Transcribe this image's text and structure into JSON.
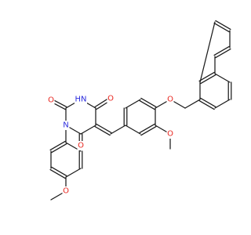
{
  "structure": {
    "colors": {
      "bond": "#1a1a1a",
      "oxygen": "#e8251e",
      "nitrogen": "#2b2bdd",
      "background": "#ffffff"
    },
    "labels": [
      {
        "id": "o-carbonyl-top-right",
        "text": "O",
        "element": "O"
      },
      {
        "id": "nh-ring",
        "text": "HN",
        "element": "N"
      },
      {
        "id": "o-carbonyl-left",
        "text": "O",
        "element": "O"
      },
      {
        "id": "n-ring",
        "text": "N",
        "element": "N"
      },
      {
        "id": "o-carbonyl-bottom",
        "text": "O",
        "element": "O"
      },
      {
        "id": "o-methoxy-left",
        "text": "O",
        "element": "O"
      },
      {
        "id": "o-ether",
        "text": "O",
        "element": "O"
      },
      {
        "id": "o-methoxy-right",
        "text": "O",
        "element": "O"
      }
    ]
  }
}
